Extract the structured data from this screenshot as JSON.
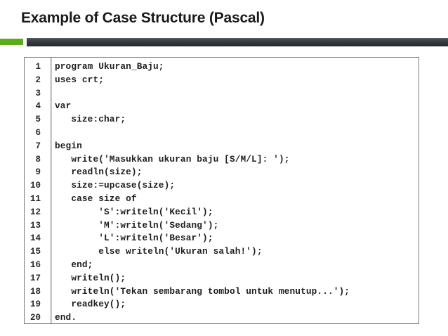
{
  "slide": {
    "title": "Example of Case Structure (Pascal)",
    "accent_green": "#5aad18",
    "accent_dark": "#343940"
  },
  "code_block": {
    "language": "Pascal",
    "line_count": 20,
    "lines": [
      {
        "number": "1",
        "text": "program Ukuran_Baju;"
      },
      {
        "number": "2",
        "text": "uses crt;"
      },
      {
        "number": "3",
        "text": ""
      },
      {
        "number": "4",
        "text": "var"
      },
      {
        "number": "5",
        "text": "   size:char;"
      },
      {
        "number": "6",
        "text": ""
      },
      {
        "number": "7",
        "text": "begin"
      },
      {
        "number": "8",
        "text": "   write('Masukkan ukuran baju [S/M/L]: ');"
      },
      {
        "number": "9",
        "text": "   readln(size);"
      },
      {
        "number": "10",
        "text": "   size:=upcase(size);"
      },
      {
        "number": "11",
        "text": "   case size of"
      },
      {
        "number": "12",
        "text": "        'S':writeln('Kecil');"
      },
      {
        "number": "13",
        "text": "        'M':writeln('Sedang');"
      },
      {
        "number": "14",
        "text": "        'L':writeln('Besar');"
      },
      {
        "number": "15",
        "text": "        else writeln('Ukuran salah!');"
      },
      {
        "number": "16",
        "text": "   end;"
      },
      {
        "number": "17",
        "text": "   writeln();"
      },
      {
        "number": "18",
        "text": "   writeln('Tekan sembarang tombol untuk menutup...');"
      },
      {
        "number": "19",
        "text": "   readkey();"
      },
      {
        "number": "20",
        "text": "end."
      }
    ]
  }
}
